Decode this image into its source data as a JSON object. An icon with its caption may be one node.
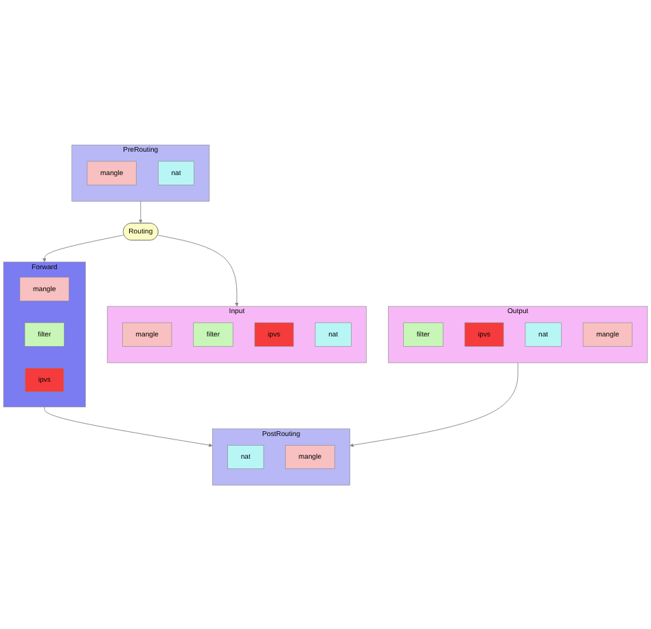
{
  "diagram": {
    "nodes": [
      {
        "text": [
          "PreRouting"
        ]
      },
      {
        "text": [
          "mangle"
        ],
        "in": 0
      },
      {
        "text": [
          "nat"
        ],
        "in": 0
      },
      {
        "text": [
          "PostRouting"
        ]
      },
      {
        "text": [
          "nat"
        ],
        "in": 3
      },
      {
        "text": [
          "mangle"
        ],
        "in": 3
      },
      {
        "text": [
          "Routing"
        ]
      },
      {
        "text": [
          "Forward"
        ]
      },
      {
        "text": [
          "mangle"
        ],
        "in": 7
      },
      {
        "text": [
          "filter"
        ],
        "in": 7
      },
      {
        "text": [
          "ipvs"
        ],
        "in": 7
      },
      {
        "text": [
          "Input"
        ]
      },
      {
        "text": [
          "mangle"
        ],
        "in": 11
      },
      {
        "text": [
          "filter"
        ],
        "in": 11
      },
      {
        "text": [
          "ipvs"
        ],
        "in": 11
      },
      {
        "text": [
          "nat"
        ],
        "in": 11
      },
      {
        "text": [
          "Output"
        ]
      },
      {
        "text": [
          "filter"
        ],
        "in": 16
      },
      {
        "text": [
          "ipvs"
        ],
        "in": 16
      },
      {
        "text": [
          "nat"
        ],
        "in": 16
      },
      {
        "text": [
          "mangle"
        ],
        "in": 16
      }
    ],
    "edges": [
      {
        "from": 0,
        "to": 6,
        "arrow": "to"
      },
      {
        "from": 6,
        "to": 7,
        "arrow": "to"
      },
      {
        "from": 6,
        "to": 11,
        "arrow": "to"
      },
      {
        "from": 7,
        "to": 3,
        "arrow": "to"
      },
      {
        "from": 16,
        "to": 3,
        "arrow": "to"
      }
    ]
  }
}
